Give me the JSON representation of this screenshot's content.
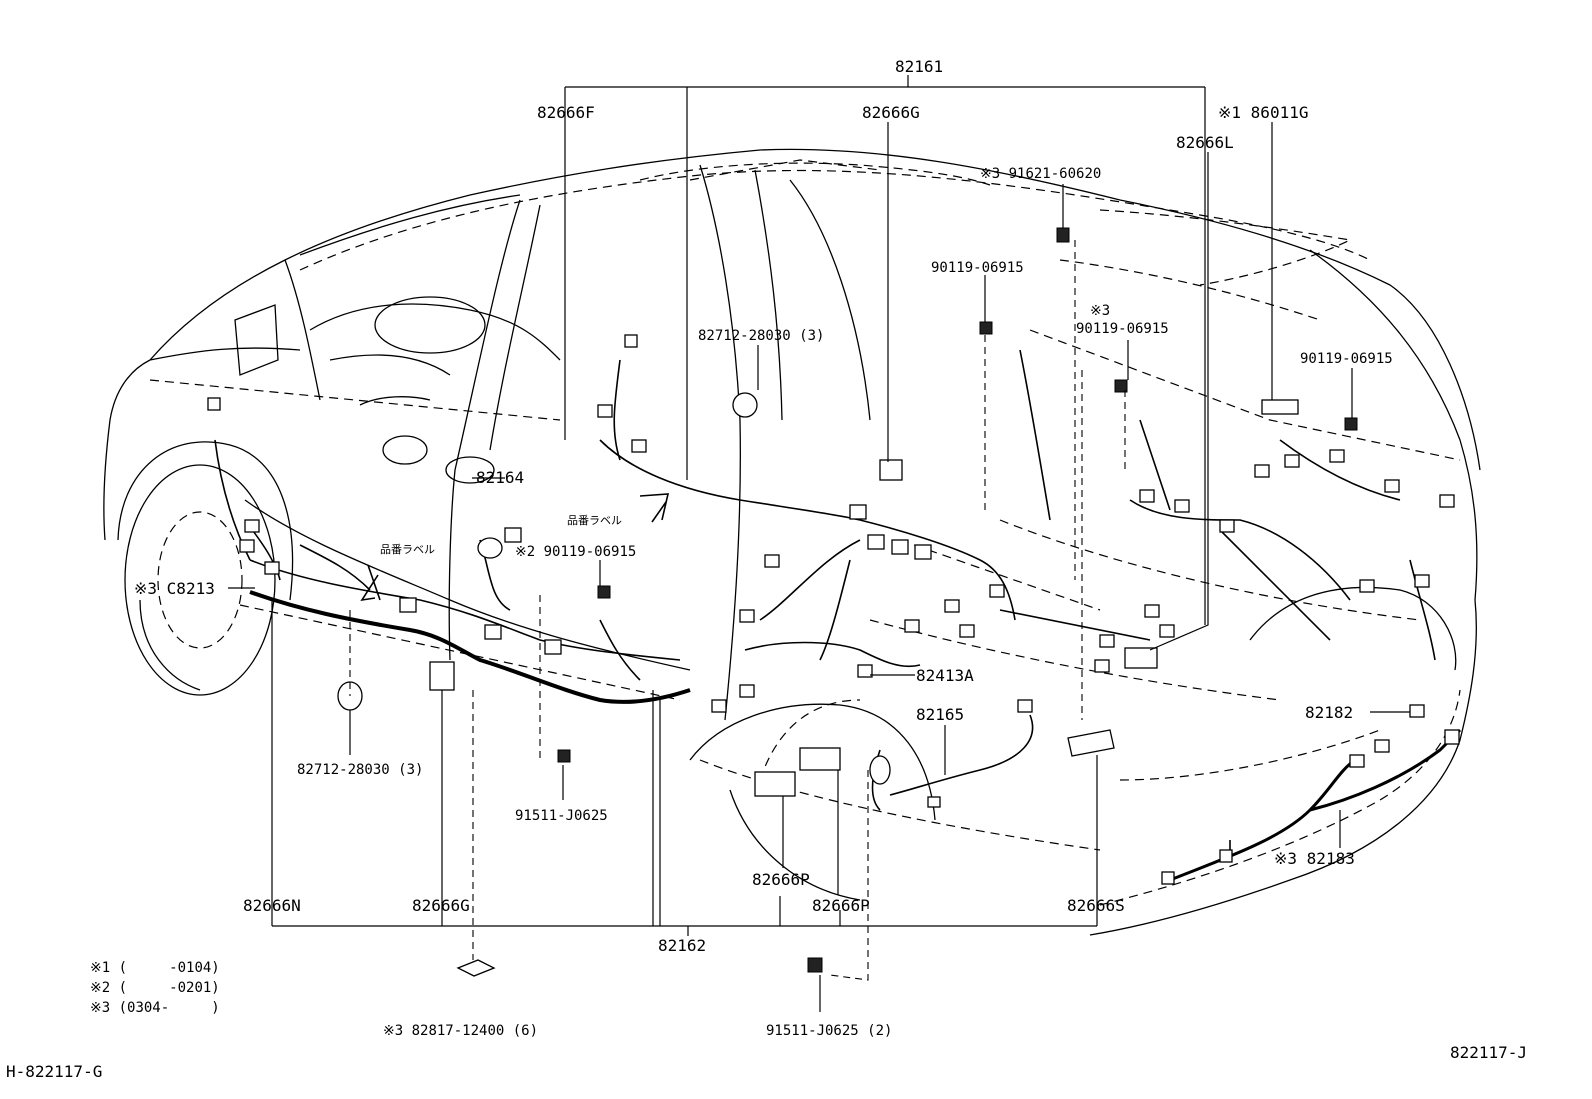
{
  "diagram": {
    "labels": {
      "p82161": "82161",
      "p82666F": "82666F",
      "p82666G_top": "82666G",
      "p86011G": "※1 86011G",
      "p82666L": "82666L",
      "p91621": "※3 91621-60620",
      "p90119_a": "90119-06915",
      "p90119_b_mark": "※3",
      "p90119_b": "90119-06915",
      "p90119_c": "90119-06915",
      "p82712_top": "82712-28030 (3)",
      "p82164": "82164",
      "p90119_d": "※2 90119-06915",
      "pC8213": "※3 C8213",
      "p82413A": "82413A",
      "p82165": "82165",
      "p82182": "82182",
      "p82183": "※3 82183",
      "p82712_bot": "82712-28030 (3)",
      "p91511_a": "91511-J0625",
      "p82666P_a": "82666P",
      "p82666P_b": "82666P",
      "p82666N": "82666N",
      "p82666G_bot": "82666G",
      "p82162": "82162",
      "p82666S": "82666S",
      "p82817": "※3 82817-12400 (6)",
      "p91511_b": "91511-J0625 (2)",
      "label_tag_1": "品番ラベル",
      "label_tag_2": "品番ラベル"
    },
    "notes": [
      "※1 (     -0104)",
      "※2 (     -0201)",
      "※3 (0304-     )"
    ],
    "code_left": "H-822117-G",
    "code_right": "822117-J"
  }
}
